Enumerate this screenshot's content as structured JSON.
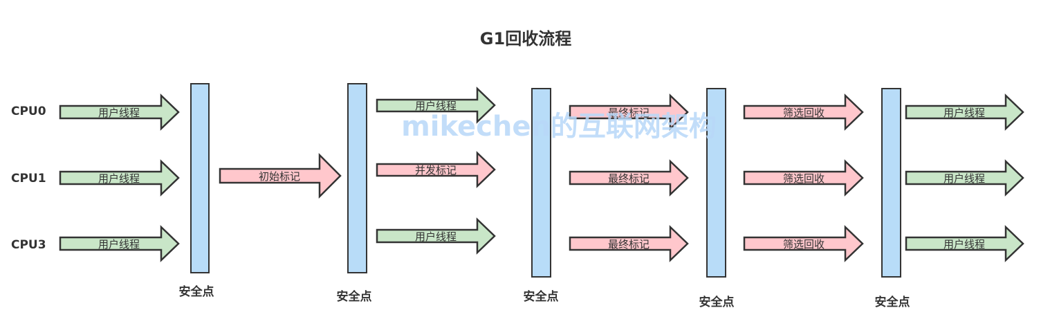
{
  "title": "G1回收流程",
  "watermark": "mikechen的互联网架构",
  "cpu_labels": [
    "CPU0",
    "CPU1",
    "CPU3"
  ],
  "safepoint_label": "安全点",
  "colors": {
    "user_thread_fill": "#c9e6c8",
    "gc_phase_fill": "#ffc7cc",
    "safepoint_fill": "#b8dcf8",
    "stroke": "#333333"
  },
  "phases": {
    "user_thread": "用户线程",
    "initial_mark": "初始标记",
    "concurrent_mark": "并发标记",
    "final_mark": "最终标记",
    "cleanup": "筛选回收"
  }
}
